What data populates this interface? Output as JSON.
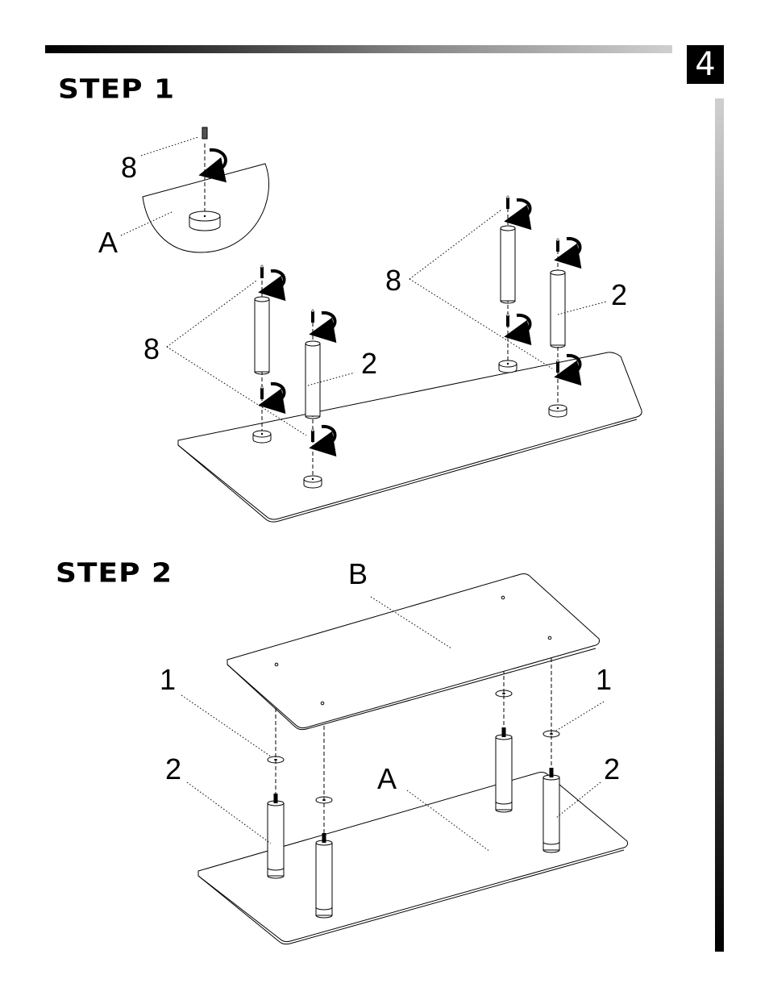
{
  "page_number": "4",
  "step1": {
    "title": "STEP 1",
    "labels": {
      "screw_detail": "8",
      "base_detail": "A",
      "screw_left": "8",
      "screw_right": "8",
      "leg_left": "2",
      "leg_right": "2"
    }
  },
  "step2": {
    "title": "STEP 2",
    "labels": {
      "top_shelf": "B",
      "bottom_shelf": "A",
      "washer_left": "1",
      "washer_right": "1",
      "leg_left": "2",
      "leg_right": "2"
    }
  },
  "icons": [
    "rotation-arrow-icon",
    "screw-icon"
  ]
}
